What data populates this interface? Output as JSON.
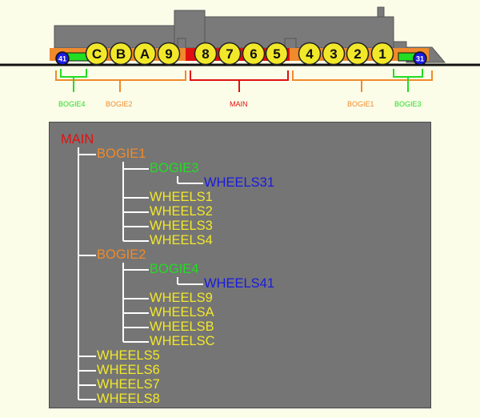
{
  "colors": {
    "main": "#e01010",
    "bogie12": "#f08a2a",
    "bogie34": "#22dd22",
    "wheels": "#f2e82a",
    "wheels34": "#1a1ae0",
    "body": "#7a7a7a",
    "panel": "#757575"
  },
  "locomotive": {
    "wheels_rear": [
      "C",
      "B",
      "A",
      "9"
    ],
    "wheels_middle": [
      "8",
      "7",
      "6",
      "5"
    ],
    "wheels_front": [
      "4",
      "3",
      "2",
      "1"
    ],
    "small_wheel_left": "41",
    "small_wheel_right": "31"
  },
  "brackets": {
    "bogie4": "BOGIE4",
    "bogie2": "BOGIE2",
    "main": "MAIN",
    "bogie1": "BOGIE1",
    "bogie3": "BOGIE3"
  },
  "tree": [
    {
      "label": "MAIN",
      "depth": 0,
      "kind": "main"
    },
    {
      "label": "BOGIE1",
      "depth": 1,
      "kind": "bogie12"
    },
    {
      "label": "BOGIE3",
      "depth": 2,
      "kind": "bogie34"
    },
    {
      "label": "WHEELS31",
      "depth": 3,
      "kind": "wheels34"
    },
    {
      "label": "WHEELS1",
      "depth": 2,
      "kind": "wheels"
    },
    {
      "label": "WHEELS2",
      "depth": 2,
      "kind": "wheels"
    },
    {
      "label": "WHEELS3",
      "depth": 2,
      "kind": "wheels"
    },
    {
      "label": "WHEELS4",
      "depth": 2,
      "kind": "wheels"
    },
    {
      "label": "BOGIE2",
      "depth": 1,
      "kind": "bogie12"
    },
    {
      "label": "BOGIE4",
      "depth": 2,
      "kind": "bogie34"
    },
    {
      "label": "WHEELS41",
      "depth": 3,
      "kind": "wheels34"
    },
    {
      "label": "WHEELS9",
      "depth": 2,
      "kind": "wheels"
    },
    {
      "label": "WHEELSA",
      "depth": 2,
      "kind": "wheels"
    },
    {
      "label": "WHEELSB",
      "depth": 2,
      "kind": "wheels"
    },
    {
      "label": "WHEELSC",
      "depth": 2,
      "kind": "wheels"
    },
    {
      "label": "WHEELS5",
      "depth": 1,
      "kind": "wheels"
    },
    {
      "label": "WHEELS6",
      "depth": 1,
      "kind": "wheels"
    },
    {
      "label": "WHEELS7",
      "depth": 1,
      "kind": "wheels"
    },
    {
      "label": "WHEELS8",
      "depth": 1,
      "kind": "wheels"
    }
  ]
}
